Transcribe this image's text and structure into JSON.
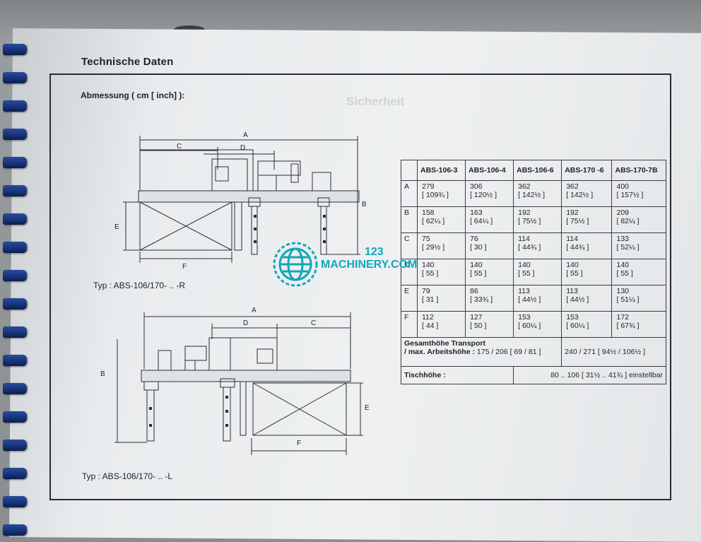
{
  "page": {
    "title": "Technische Daten",
    "section_label": "Abmessung ( cm [ inch] ):",
    "faded_heading": "Sicherheit"
  },
  "diagram_top": {
    "caption": "Typ :  ABS-106/170- .. -R",
    "labels": {
      "a": "A",
      "b": "B",
      "c": "C",
      "d": "D",
      "e": "E",
      "f": "F"
    }
  },
  "diagram_bottom": {
    "caption": "Typ :  ABS-106/170- .. -L",
    "labels": {
      "a": "A",
      "b": "B",
      "c": "C",
      "d": "D",
      "e": "E",
      "f": "F"
    }
  },
  "table": {
    "columns": [
      "ABS-106-3",
      "ABS-106-4",
      "ABS-106-6",
      "ABS-170 -6",
      "ABS-170-7B"
    ],
    "rows": [
      {
        "label": "A",
        "cells": [
          [
            "279",
            "[ 109¾ ]"
          ],
          [
            "306",
            "[ 120½ ]"
          ],
          [
            "362",
            "[ 142½ ]"
          ],
          [
            "362",
            "[ 142½ ]"
          ],
          [
            "400",
            "[ 157½ ]"
          ]
        ]
      },
      {
        "label": "B",
        "cells": [
          [
            "158",
            "[ 62¼ ]"
          ],
          [
            "163",
            "[ 64¼ ]"
          ],
          [
            "192",
            "[ 75½ ]"
          ],
          [
            "192",
            "[ 75½ ]"
          ],
          [
            "209",
            "[ 82¼ ]"
          ]
        ]
      },
      {
        "label": "C",
        "cells": [
          [
            "75",
            "[ 29½ ]"
          ],
          [
            "76",
            "[ 30 ]"
          ],
          [
            "114",
            "[ 44¾ ]"
          ],
          [
            "114",
            "[ 44¾ ]"
          ],
          [
            "133",
            "[ 52¼ ]"
          ]
        ]
      },
      {
        "label": "D",
        "cells": [
          [
            "140",
            "[ 55 ]"
          ],
          [
            "140",
            "[ 55 ]"
          ],
          [
            "140",
            "[ 55 ]"
          ],
          [
            "140",
            "[ 55 ]"
          ],
          [
            "140",
            "[ 55 ]"
          ]
        ]
      },
      {
        "label": "E",
        "cells": [
          [
            "79",
            "[ 31 ]"
          ],
          [
            "86",
            "[ 33¾ ]"
          ],
          [
            "113",
            "[ 44½ ]"
          ],
          [
            "113",
            "[ 44½ ]"
          ],
          [
            "130",
            "[ 51¼ ]"
          ]
        ]
      },
      {
        "label": "F",
        "cells": [
          [
            "112",
            "[ 44 ]"
          ],
          [
            "127",
            "[ 50 ]"
          ],
          [
            "153",
            "[ 60¼ ]"
          ],
          [
            "153",
            "[ 60¼ ]"
          ],
          [
            "172",
            "[ 67¾ ]"
          ]
        ]
      }
    ],
    "transport": {
      "label_line1": "Gesamthöhe Transport",
      "label_line2": "/ max. Arbeitshöhe :",
      "value_left": "175 / 206  [ 69 / 81 ]",
      "value_right": "240 / 271  [ 94½ / 106½ ]"
    },
    "tischhoehe": {
      "label": "Tischhöhe :",
      "value": "80 .. 106  [ 31½ .. 41¾ ]  einstellbar"
    }
  },
  "watermark": {
    "line1": "123",
    "line2": "MACHINERY.COM",
    "icon": "globe-gear-icon"
  },
  "colors": {
    "ring_blue": "#1a3a8a",
    "watermark_teal": "#12a7b8",
    "ink": "#1e2024"
  }
}
